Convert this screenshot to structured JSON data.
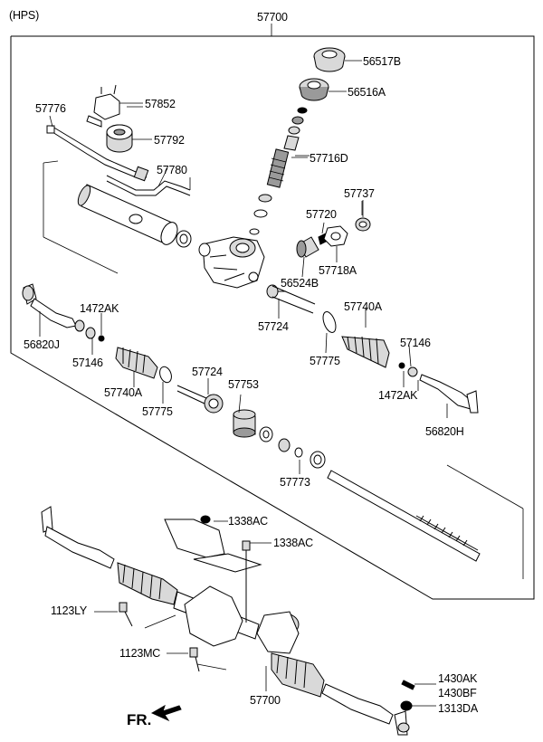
{
  "diagram": {
    "variant": "(HPS)",
    "assembly_top": "57700",
    "assembly_bottom": "57700",
    "front_marker": "FR.",
    "labels": {
      "p56517B": "56517B",
      "p56516A": "56516A",
      "p57852": "57852",
      "p57776": "57776",
      "p57792": "57792",
      "p57780": "57780",
      "p57716D": "57716D",
      "p57737": "57737",
      "p57720": "57720",
      "p57718A": "57718A",
      "p56524B": "56524B",
      "p1472AK_left": "1472AK",
      "p56820J": "56820J",
      "p57146_left": "57146",
      "p57740A_left": "57740A",
      "p57775_left": "57775",
      "p57724_left": "57724",
      "p57753": "57753",
      "p57773": "57773",
      "p57724_right": "57724",
      "p57740A_right": "57740A",
      "p57775_right": "57775",
      "p57146_right": "57146",
      "p1472AK_right": "1472AK",
      "p56820H": "56820H",
      "p1338AC_a": "1338AC",
      "p1338AC_b": "1338AC",
      "p1123LY": "1123LY",
      "p1123MC": "1123MC",
      "p1430AK": "1430AK",
      "p1430BF": "1430BF",
      "p1313DA": "1313DA"
    }
  }
}
